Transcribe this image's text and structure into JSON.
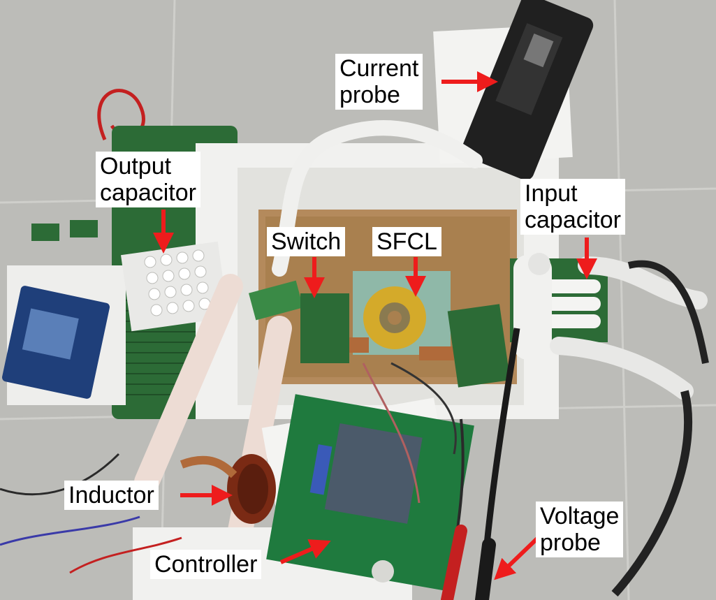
{
  "labels": {
    "current_probe": [
      "Current",
      "probe"
    ],
    "output_capacitor": [
      "Output",
      "capacitor"
    ],
    "input_capacitor": [
      "Input",
      "capacitor"
    ],
    "switch": "Switch",
    "sfcl": "SFCL",
    "inductor": "Inductor",
    "controller": "Controller",
    "voltage_probe": [
      "Voltage",
      "probe"
    ]
  },
  "colors": {
    "arrow": "#ee1c1c",
    "label_bg": "#ffffff",
    "pcb_green": "#2f7a3a",
    "foam_white": "#f2f2f0",
    "copper": "#9a5a2a",
    "floor_tile": "#bdbdb9"
  }
}
